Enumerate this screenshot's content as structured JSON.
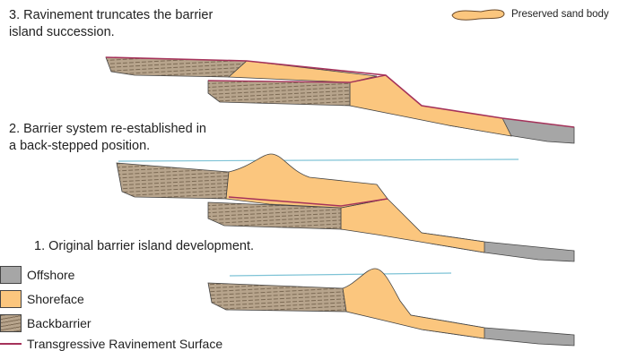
{
  "captions": {
    "stage3_line1": "3. Ravinement truncates the barrier",
    "stage3_line2": "island succession.",
    "stage2_line1": "2. Barrier system re-established in",
    "stage2_line2": "a back-stepped position.",
    "stage1": "1. Original barrier island development."
  },
  "legend": {
    "offshore": "Offshore",
    "shoreface": "Shoreface",
    "backbarrier": "Backbarrier",
    "ravinement": "Transgressive Ravinement Surface",
    "preserved": "Preserved sand body"
  },
  "colors": {
    "offshore": "#a6a6a6",
    "shoreface": "#fbc67e",
    "backbarrier": "#b7a48c",
    "ravinement": "#a5325a",
    "sea_level": "#7ec3d6",
    "outline": "#333333"
  }
}
